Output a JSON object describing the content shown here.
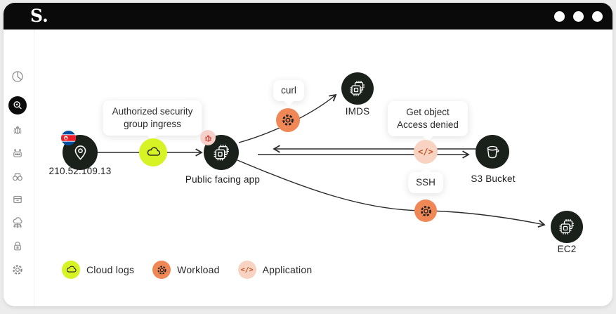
{
  "window": {
    "logo_text": "S.",
    "controls": [
      {
        "icon": "dot-icon"
      },
      {
        "icon": "dot-icon"
      },
      {
        "icon": "dot-icon"
      }
    ]
  },
  "sidebar": {
    "items": [
      {
        "icon": "pie-chart-icon",
        "active": false
      },
      {
        "icon": "search-icon",
        "active": true
      },
      {
        "icon": "bug-icon",
        "active": false
      },
      {
        "icon": "robot-icon",
        "active": false
      },
      {
        "icon": "binoculars-icon",
        "active": false
      },
      {
        "icon": "archive-icon",
        "active": false
      },
      {
        "icon": "cloud-network-icon",
        "active": false
      },
      {
        "icon": "lock-icon",
        "active": false
      },
      {
        "icon": "gear-icon",
        "active": false
      }
    ]
  },
  "glyphs": {
    "code": "</>"
  },
  "diagram": {
    "source": {
      "label": "210.52.109.13",
      "icon": "location-pin-icon",
      "flag_icon": "north-korea-flag-icon"
    },
    "ingress_tooltip": {
      "line1": "Authorized security",
      "line2": "group ingress"
    },
    "cloud_node": {
      "icon": "cloud-icon"
    },
    "app": {
      "label": "Public facing app",
      "icon": "chip-icon",
      "badge_icon": "bug-icon"
    },
    "curl_tooltip": {
      "text": "curl"
    },
    "workload_top": {
      "icon": "gear-icon"
    },
    "imds": {
      "label": "IMDS",
      "icon": "chip-icon"
    },
    "access_tooltip": {
      "line1": "Get object",
      "line2": "Access denied"
    },
    "application_node": {
      "icon": "code-icon"
    },
    "ssh_tooltip": {
      "text": "SSH"
    },
    "s3": {
      "label": "S3 Bucket",
      "icon": "bucket-icon"
    },
    "workload_bottom": {
      "icon": "gear-icon"
    },
    "ec2": {
      "label": "EC2",
      "icon": "chip-icon"
    },
    "edges": [
      {
        "from": "210.52.109.13",
        "via": "cloud-logs",
        "to": "Public facing app",
        "label": "Authorized security group ingress"
      },
      {
        "from": "Public facing app",
        "via": "workload",
        "to": "IMDS",
        "label": "curl"
      },
      {
        "from": "Public facing app",
        "via": "application",
        "to": "S3 Bucket",
        "bidirectional": true,
        "labels": [
          "Get object",
          "Access denied",
          "SSH"
        ]
      },
      {
        "from": "Public facing app",
        "via": "workload",
        "to": "EC2"
      }
    ]
  },
  "legend": {
    "items": [
      {
        "label": "Cloud logs",
        "icon": "cloud-icon",
        "color": "#d7f225"
      },
      {
        "label": "Workload",
        "icon": "gear-icon",
        "color": "#ef8757"
      },
      {
        "label": "Application",
        "icon": "code-icon",
        "color": "#f8d3c1"
      }
    ]
  },
  "colors": {
    "titlebar": "#0a0a0a",
    "node_dark": "#1a211b",
    "cloud_logs": "#d7f225",
    "workload": "#ef8757",
    "application_bg": "#f8d3c1",
    "application_fg": "#bf5426",
    "bug_badge_bg": "#f7d0c9",
    "bug_badge_fg": "#cf4534",
    "edge_line": "#2b2b2b"
  }
}
